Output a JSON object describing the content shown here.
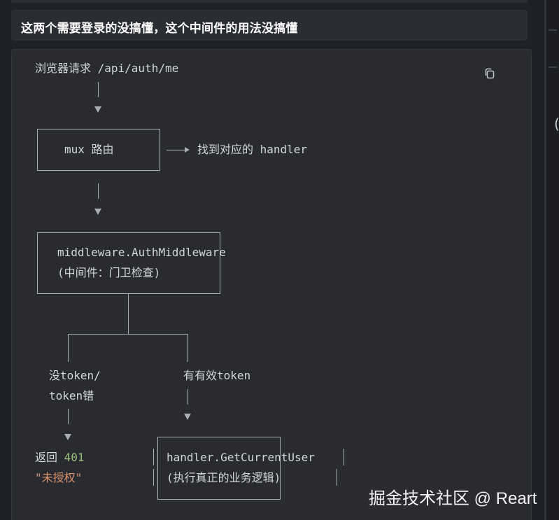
{
  "message": {
    "text": "这两个需要登录的没搞懂，这个中间件的用法没搞懂"
  },
  "code_block": {
    "copy_icon": "copy-icon",
    "request_line": "浏览器请求 /api/auth/me",
    "mux_box": "mux 路由",
    "mux_annotation": "找到对应的 handler",
    "middleware_box_line1": "middleware.AuthMiddleware",
    "middleware_box_line2": "(中间件：门卫检查)",
    "left_branch_line1": "没token/",
    "left_branch_line2": "token错",
    "right_branch_label": "有有效token",
    "result_prefix": "返回 ",
    "result_code": "401",
    "result_message": "\"未授权\"",
    "handler_box_line1": "handler.GetCurrentUser",
    "handler_box_line2": "(执行真正的业务逻辑)"
  },
  "watermark": {
    "text": "掘金技术社区 @ Reart"
  },
  "colors": {
    "background": "#1e2128",
    "code_background": "#292b31",
    "text": "#d3d6db",
    "number": "#9bbf7a",
    "string": "#d8926b"
  }
}
